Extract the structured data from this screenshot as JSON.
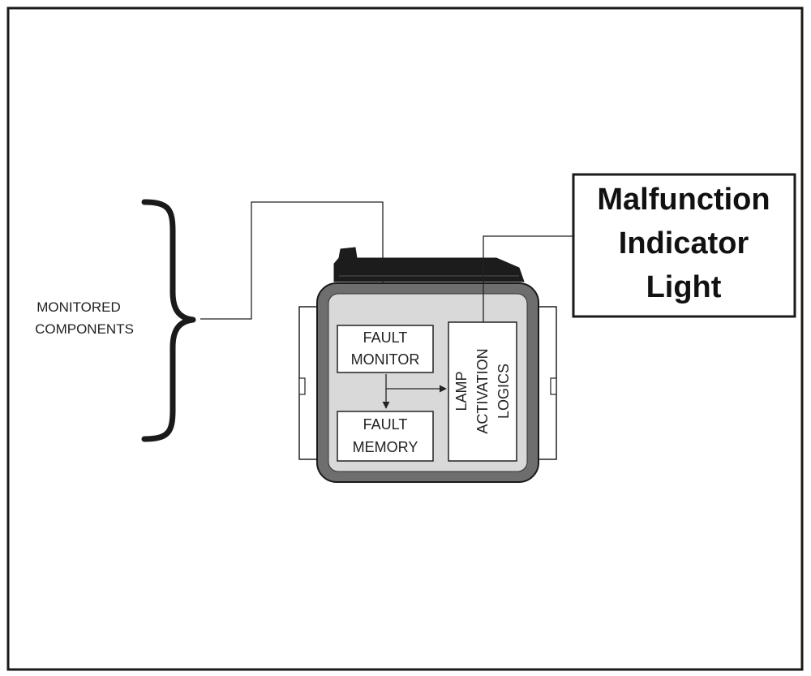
{
  "monitored_components": {
    "line1": "MONITORED",
    "line2": "COMPONENTS"
  },
  "module": {
    "fault_monitor": {
      "line1": "FAULT",
      "line2": "MONITOR"
    },
    "fault_memory": {
      "line1": "FAULT",
      "line2": "MEMORY"
    },
    "lamp_logics": {
      "line1": "LAMP",
      "line2": "ACTIVATION",
      "line3": "LOGICS"
    }
  },
  "indicator": {
    "line1": "Malfunction",
    "line2": "Indicator",
    "line3": "Light"
  },
  "colors": {
    "frame": "#1a1a1a",
    "module_fill": "#d9d9d9",
    "module_border": "#6e6e6e",
    "bracket": "#1a1a1a"
  }
}
